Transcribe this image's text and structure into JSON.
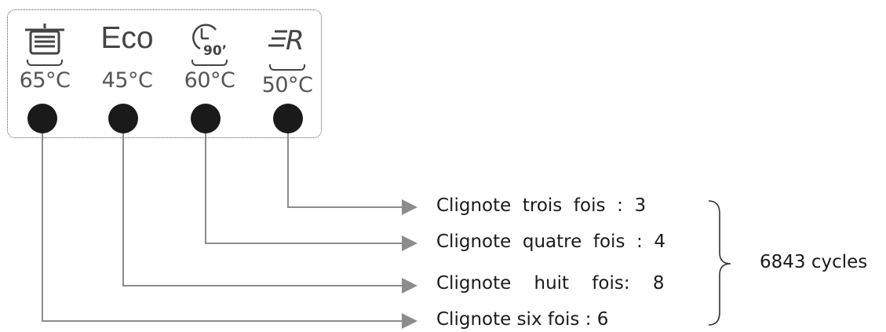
{
  "programs": [
    {
      "icon": "pot-icon",
      "temp": "65°C"
    },
    {
      "icon_text": "Eco",
      "temp": "45°C"
    },
    {
      "icon": "clock-90-icon",
      "icon_text": "90’",
      "temp": "60°C"
    },
    {
      "icon": "rinse-r-icon",
      "icon_text": "R",
      "temp": "50°C"
    }
  ],
  "labels": [
    "Clignote  trois  fois  :  3",
    "Clignote  quatre  fois  :  4",
    "Clignote    huit    fois:    8",
    "Clignote six fois : 6"
  ],
  "total": "6843 cycles",
  "colors": {
    "wire": "#8c8c8c",
    "dot": "#1a1a1a",
    "icon": "#444444"
  }
}
